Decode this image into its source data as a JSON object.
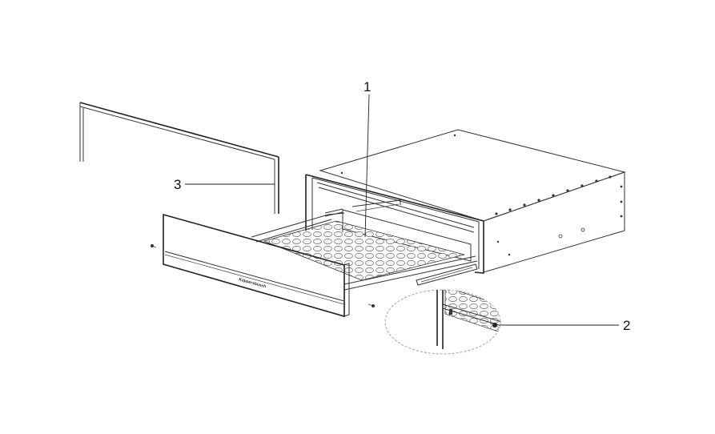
{
  "callouts": {
    "one": "1",
    "two": "2",
    "three": "3"
  },
  "brand": "Küppersbusch"
}
